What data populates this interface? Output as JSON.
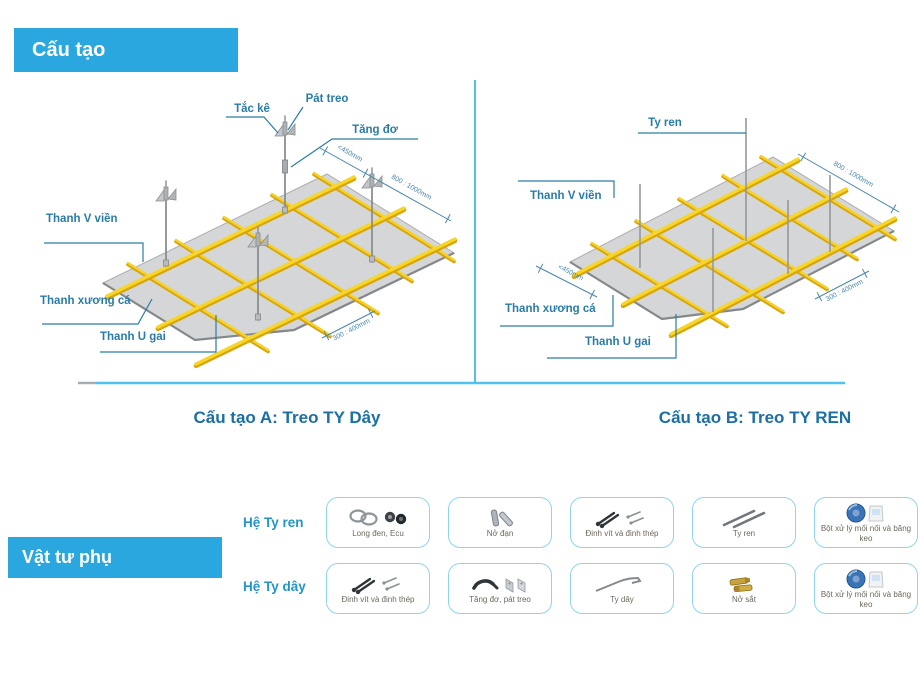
{
  "header": {
    "title": "Cấu tạo"
  },
  "section_a": {
    "caption": "Cấu tạo A: Treo TY Dây",
    "labels": {
      "tac_ke": "Tắc kê",
      "pat_treo": "Pát treo",
      "tang_do": "Tăng đơ",
      "thanh_v_vien": "Thanh V viền",
      "thanh_xuong_ca": "Thanh xương cá",
      "thanh_u_gai": "Thanh U gai"
    },
    "dims": {
      "spacing_450": "<450mm",
      "spacing_800": "800 : 1000mm",
      "spacing_300": "300 : 400mm"
    }
  },
  "section_b": {
    "caption": "Cấu tạo B: Treo TY REN",
    "labels": {
      "ty_ren": "Ty ren",
      "thanh_v_vien": "Thanh V viền",
      "thanh_xuong_ca": "Thanh xương cá",
      "thanh_u_gai": "Thanh U gai"
    },
    "dims": {
      "spacing_450": "<450mm",
      "spacing_800": "800 : 1000mm",
      "spacing_300": "300 : 400mm"
    }
  },
  "accessories": {
    "title": "Vật tư phụ",
    "rows": [
      {
        "label": "Hệ Ty ren",
        "items": [
          {
            "name": "Long đen, Ecu",
            "icon": "washer-nut-icon"
          },
          {
            "name": "Nở đạn",
            "icon": "anchor-bolt-icon"
          },
          {
            "name": "Đinh vít và đinh thép",
            "icon": "screws-nails-icon"
          },
          {
            "name": "Ty ren",
            "icon": "threaded-rod-icon"
          },
          {
            "name": "Bột xử lý mối nối và băng keo",
            "icon": "joint-compound-tape-icon"
          }
        ]
      },
      {
        "label": "Hệ Ty dây",
        "items": [
          {
            "name": "Đinh vít và đinh thép",
            "icon": "screws-nails-icon"
          },
          {
            "name": "Tăng đơ, pát treo",
            "icon": "turnbuckle-bracket-icon"
          },
          {
            "name": "Ty dây",
            "icon": "wire-rod-icon"
          },
          {
            "name": "Nở sắt",
            "icon": "iron-anchor-icon"
          },
          {
            "name": "Bột xử lý mối nối và băng keo",
            "icon": "joint-compound-tape-icon"
          }
        ]
      }
    ]
  },
  "colors": {
    "banner_blue": "#2BA7DF",
    "divider_blue": "#4FC2EC",
    "runner_yellow": "#F8D52B",
    "panel_gray": "#D4D6D8",
    "label_blue": "#2A7CA8",
    "caption_blue": "#1B6FA4",
    "card_border_blue": "#90D3F0",
    "item_text_gray": "#6E685C"
  }
}
